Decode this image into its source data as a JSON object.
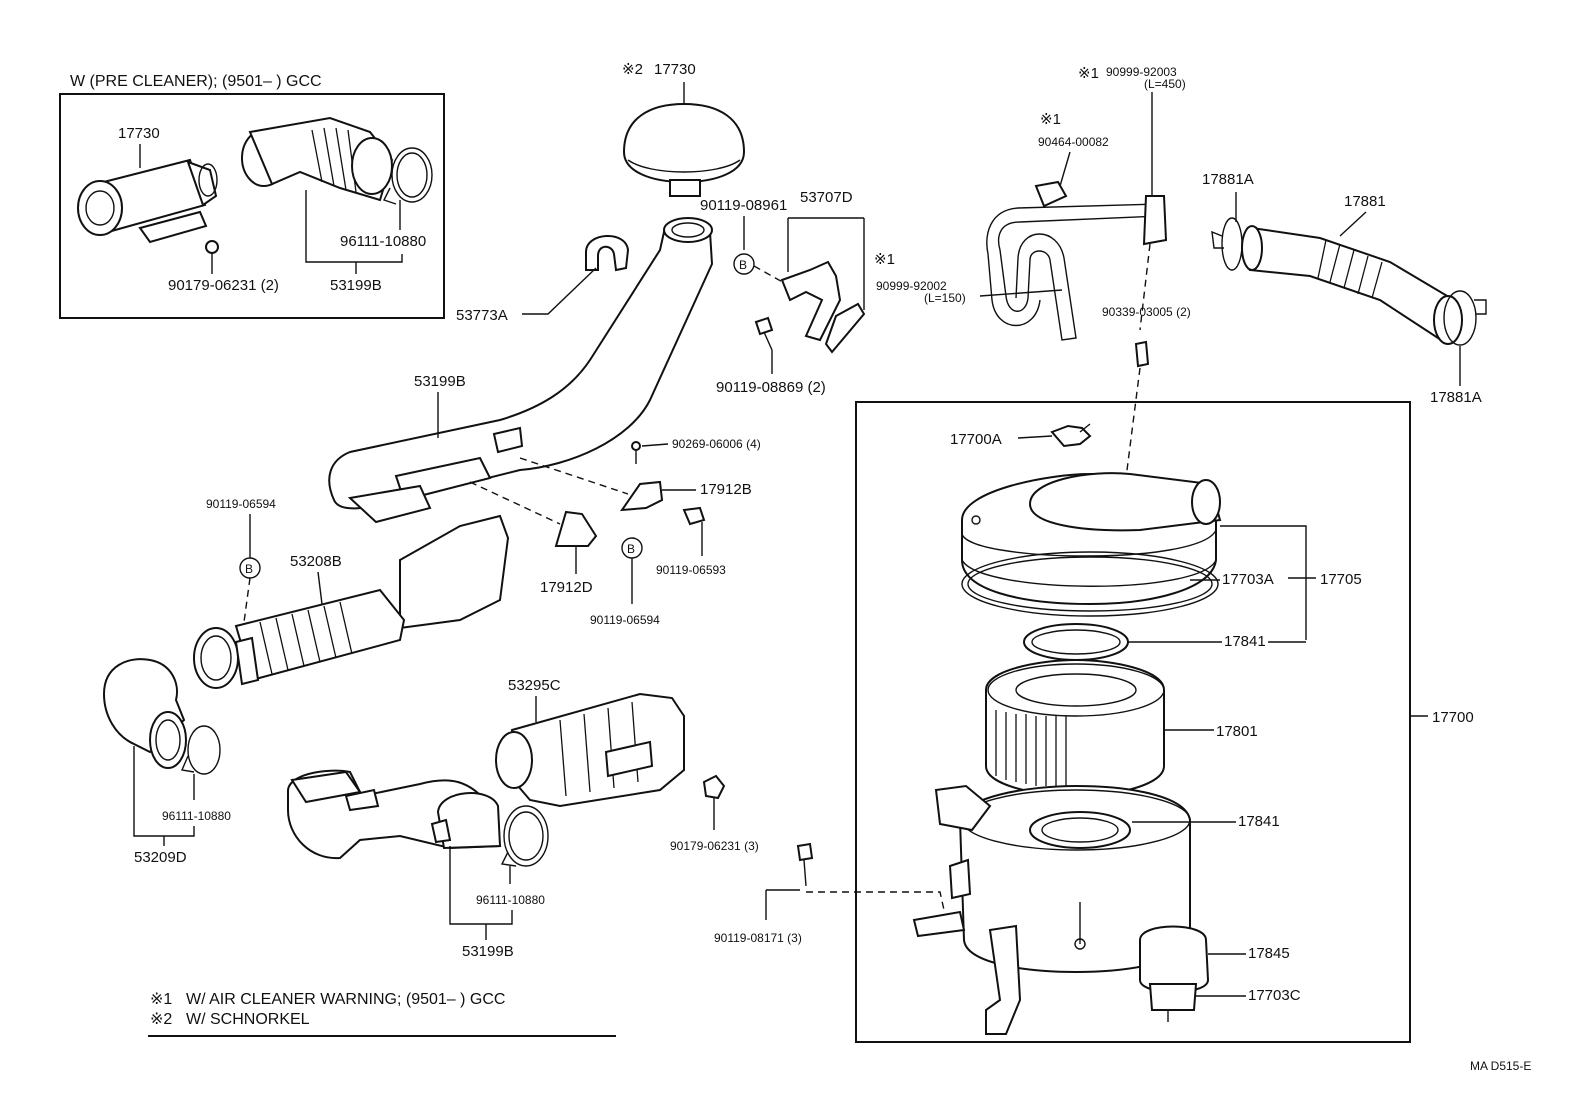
{
  "inset": {
    "title": "W (PRE  CLEANER); (9501–       ) GCC"
  },
  "notes": {
    "note1_mark": "※1",
    "note1": "W/ AIR  CLEANER  WARNING; (9501–        ) GCC",
    "note2_mark": "※2",
    "note2": "W/ SCHNORKEL"
  },
  "marks": {
    "m1": "※1",
    "m2": "※2",
    "b": "B"
  },
  "code": "MA  D515-E",
  "labels": {
    "l17730_inset": "17730",
    "l96111_inset": "96111-10880",
    "l90179_inset": "90179-06231 (2)",
    "l53199B_inset": "53199B",
    "l17730_top": "17730",
    "l53773A": "53773A",
    "l53199B_mid": "53199B",
    "l90119_08961": "90119-08961",
    "l53707D": "53707D",
    "l90119_08869": "90119-08869 (2)",
    "l90999_92003": "90999-92003",
    "l90999_92003_len": "(L=450)",
    "l90464": "90464-00082",
    "l90999_92002": "90999-92002",
    "l90999_92002_len": "(L=150)",
    "l90339": "90339-03005 (2)",
    "l17881A_top": "17881A",
    "l17881": "17881",
    "l17881A_bottom": "17881A",
    "l90269": "90269-06006 (4)",
    "l17912B": "17912B",
    "l90119_06593": "90119-06593",
    "l17912D": "17912D",
    "l90119_06594_left": "90119-06594",
    "l90119_06594_right": "90119-06594",
    "l53208B": "53208B",
    "l96111_left": "96111-10880",
    "l53209D": "53209D",
    "l53295C": "53295C",
    "l96111_bottom": "96111-10880",
    "l53199B_bottom": "53199B",
    "l90179_3": "90179-06231 (3)",
    "l90119_08171": "90119-08171 (3)",
    "l17700A": "17700A",
    "l17703A": "17703A",
    "l17705": "17705",
    "l17841_top": "17841",
    "l17801": "17801",
    "l17841_mid": "17841",
    "l17845": "17845",
    "l17703C": "17703C",
    "l17700": "17700"
  }
}
